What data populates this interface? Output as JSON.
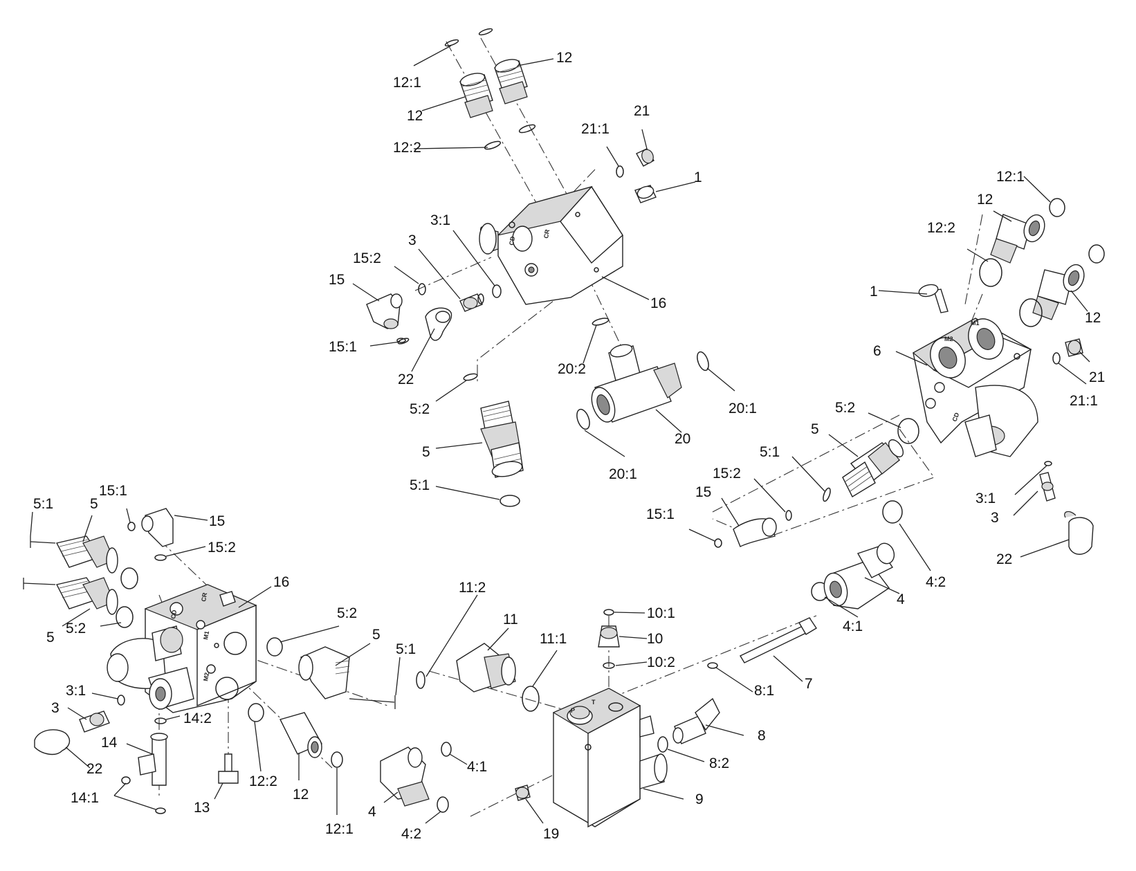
{
  "diagram": {
    "callouts": [
      {
        "id": "c1",
        "text": "12:1"
      },
      {
        "id": "c2",
        "text": "12"
      },
      {
        "id": "c3",
        "text": "12"
      },
      {
        "id": "c4",
        "text": "12:2"
      },
      {
        "id": "c5",
        "text": "21:1"
      },
      {
        "id": "c6",
        "text": "21"
      },
      {
        "id": "c7",
        "text": "1"
      },
      {
        "id": "c8",
        "text": "3:1"
      },
      {
        "id": "c9",
        "text": "3"
      },
      {
        "id": "c10",
        "text": "15:2"
      },
      {
        "id": "c11",
        "text": "15"
      },
      {
        "id": "c12",
        "text": "15:1"
      },
      {
        "id": "c13",
        "text": "22"
      },
      {
        "id": "c14",
        "text": "16"
      },
      {
        "id": "c15",
        "text": "20:2"
      },
      {
        "id": "c16",
        "text": "20:1"
      },
      {
        "id": "c17",
        "text": "20"
      },
      {
        "id": "c18",
        "text": "20:1"
      },
      {
        "id": "c19",
        "text": "5:2"
      },
      {
        "id": "c20",
        "text": "5"
      },
      {
        "id": "c21",
        "text": "5:1"
      },
      {
        "id": "c22",
        "text": "12:1"
      },
      {
        "id": "c23",
        "text": "12"
      },
      {
        "id": "c24",
        "text": "12:2"
      },
      {
        "id": "c25",
        "text": "1"
      },
      {
        "id": "c26",
        "text": "12"
      },
      {
        "id": "c27",
        "text": "6"
      },
      {
        "id": "c28",
        "text": "21"
      },
      {
        "id": "c29",
        "text": "21:1"
      },
      {
        "id": "c30",
        "text": "5:2"
      },
      {
        "id": "c31",
        "text": "5"
      },
      {
        "id": "c32",
        "text": "5:1"
      },
      {
        "id": "c33",
        "text": "15:2"
      },
      {
        "id": "c34",
        "text": "15"
      },
      {
        "id": "c35",
        "text": "15:1"
      },
      {
        "id": "c36",
        "text": "3:1"
      },
      {
        "id": "c37",
        "text": "3"
      },
      {
        "id": "c38",
        "text": "22"
      },
      {
        "id": "c39",
        "text": "4:2"
      },
      {
        "id": "c40",
        "text": "4"
      },
      {
        "id": "c41",
        "text": "4:1"
      },
      {
        "id": "c42",
        "text": "15:1"
      },
      {
        "id": "c43",
        "text": "5:1"
      },
      {
        "id": "c44",
        "text": "5"
      },
      {
        "id": "c45",
        "text": "15"
      },
      {
        "id": "c46",
        "text": "15:2"
      },
      {
        "id": "c47",
        "text": "16"
      },
      {
        "id": "c48",
        "text": "5"
      },
      {
        "id": "c49",
        "text": "5:2"
      },
      {
        "id": "c50",
        "text": "5:2"
      },
      {
        "id": "c51",
        "text": "5"
      },
      {
        "id": "c52",
        "text": "5:1"
      },
      {
        "id": "c53",
        "text": "3:1"
      },
      {
        "id": "c54",
        "text": "3"
      },
      {
        "id": "c55",
        "text": "14:2"
      },
      {
        "id": "c56",
        "text": "14"
      },
      {
        "id": "c57",
        "text": "22"
      },
      {
        "id": "c58",
        "text": "14:1"
      },
      {
        "id": "c59",
        "text": "13"
      },
      {
        "id": "c60",
        "text": "12:2"
      },
      {
        "id": "c61",
        "text": "12"
      },
      {
        "id": "c62",
        "text": "12:1"
      },
      {
        "id": "c63",
        "text": "11:2"
      },
      {
        "id": "c64",
        "text": "11"
      },
      {
        "id": "c65",
        "text": "11:1"
      },
      {
        "id": "c66",
        "text": "4:1"
      },
      {
        "id": "c67",
        "text": "4"
      },
      {
        "id": "c68",
        "text": "4:2"
      },
      {
        "id": "c69",
        "text": "10:1"
      },
      {
        "id": "c70",
        "text": "10"
      },
      {
        "id": "c71",
        "text": "10:2"
      },
      {
        "id": "c72",
        "text": "19"
      },
      {
        "id": "c73",
        "text": "9"
      },
      {
        "id": "c74",
        "text": "8:1"
      },
      {
        "id": "c75",
        "text": "8"
      },
      {
        "id": "c76",
        "text": "8:2"
      },
      {
        "id": "c77",
        "text": "7"
      }
    ],
    "port_markings": {
      "top_block_cd": "CD",
      "top_block_cr": "CR",
      "left_block_cr": "CR",
      "left_block_cd": "CD",
      "left_block_m1": "M1",
      "left_block_m2": "M2",
      "right_block_m1": "M1",
      "right_block_m2": "M2",
      "right_block_cd": "CD",
      "tee_block_t": "T",
      "tee_block_p": "P"
    }
  }
}
